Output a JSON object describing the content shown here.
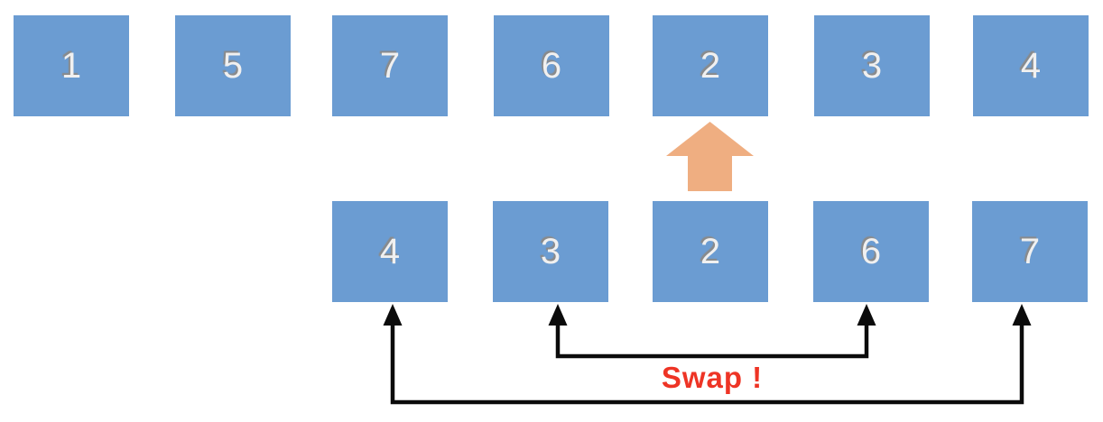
{
  "diagram": {
    "top_row": {
      "values": [
        "1",
        "5",
        "7",
        "6",
        "2",
        "3",
        "4"
      ]
    },
    "bottom_row": {
      "values": [
        "4",
        "3",
        "2",
        "6",
        "7"
      ]
    },
    "swap_label": "Swap !"
  },
  "icons": {
    "up_arrow": "block-arrow-up",
    "inner_connector": "elbow-arrows-up-pair",
    "outer_connector": "elbow-arrows-up-pair"
  },
  "colors": {
    "background": "#ffffff",
    "cell_fill": "#6b9cd2",
    "cell_text": "#f0f0f0",
    "cell_text_shadow": "#8a8a8a",
    "up_arrow": "#efae81",
    "connector": "#0b0b0b",
    "swap_text": "#ee3425"
  }
}
